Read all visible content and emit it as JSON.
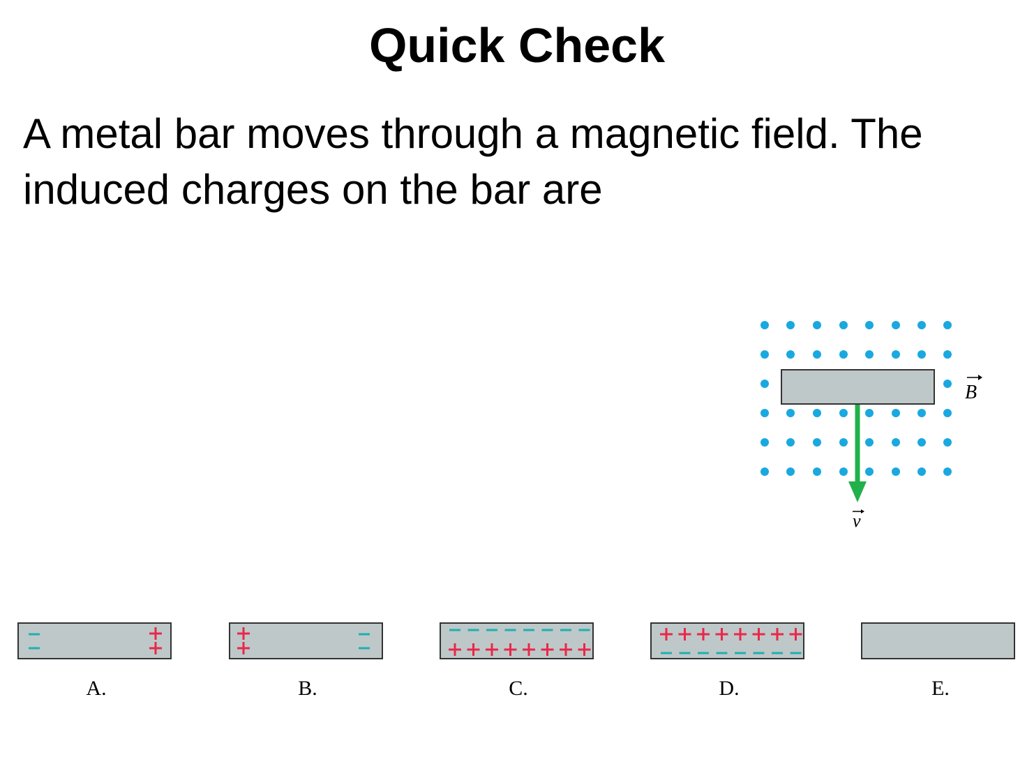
{
  "slide": {
    "title": "Quick Check",
    "question": "A metal bar moves through a magnetic field. The induced charges on the bar are"
  },
  "figure": {
    "field_label": "B",
    "velocity_label": "v",
    "field_dot_color": "#1aa8e0",
    "bar_color": "#bfc8c9",
    "arrow_color": "#22b04a"
  },
  "options": [
    {
      "label": "A.",
      "charges": "minus-left-plus-right"
    },
    {
      "label": "B.",
      "charges": "plus-left-minus-right"
    },
    {
      "label": "C.",
      "charges": "minus-top-plus-bottom"
    },
    {
      "label": "D.",
      "charges": "plus-top-minus-bottom"
    },
    {
      "label": "E.",
      "charges": "none"
    }
  ],
  "colors": {
    "plus": "#e8284a",
    "minus": "#1eb0b0"
  }
}
